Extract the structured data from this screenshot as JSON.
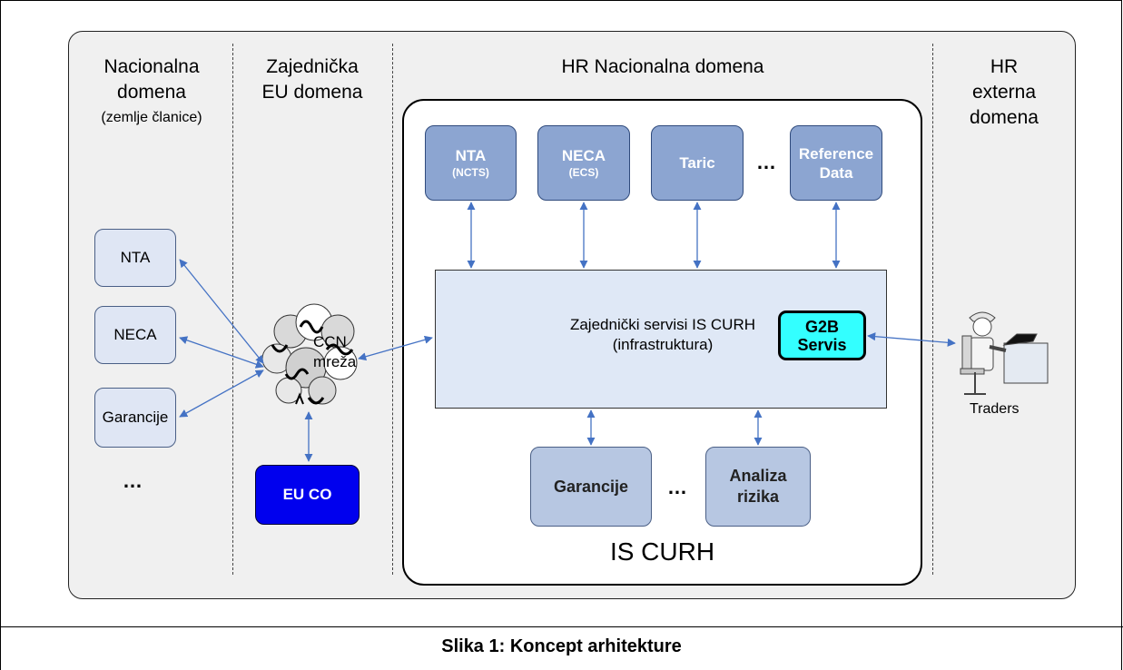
{
  "domains": {
    "national": {
      "line1": "Nacionalna",
      "line2": "domena",
      "sub": "(zemlje članice)"
    },
    "eu": {
      "line1": "Zajednička",
      "line2": "EU domena"
    },
    "hr": {
      "title": "HR Nacionalna domena"
    },
    "external": {
      "line1": "HR",
      "line2": "externa",
      "line3": "domena"
    }
  },
  "member_state_boxes": [
    "NTA",
    "NECA",
    "Garancije"
  ],
  "member_state_ellipsis": "…",
  "ccn": {
    "line1": "CCN",
    "line2": "mreža"
  },
  "eu_co": "EU CO",
  "top_services": [
    {
      "title": "NTA",
      "sub": "(NCTS)"
    },
    {
      "title": "NECA",
      "sub": "(ECS)"
    },
    {
      "title": "Taric",
      "sub": ""
    },
    {
      "title": "Reference",
      "sub": "Data"
    }
  ],
  "top_ellipsis": "…",
  "infra": {
    "line1": "Zajednički servisi IS CURH",
    "line2": "(infrastruktura)"
  },
  "g2b": {
    "line1": "G2B",
    "line2": "Servis"
  },
  "bottom_services": [
    {
      "line1": "Garancije",
      "line2": ""
    },
    {
      "line1": "Analiza",
      "line2": "rizika"
    }
  ],
  "bottom_ellipsis": "…",
  "system_label": "IS CURH",
  "traders_label": "Traders",
  "caption": "Slika 1: Koncept arhitekture",
  "colors": {
    "outer_bg": "#f0f0f0",
    "service_box": "#8ca5d1",
    "bottom_box": "#b7c7e2",
    "member_box": "#dfe6f4",
    "infra_bg": "#dfe8f6",
    "g2b": "#33ffff",
    "eu_co": "#0000ee",
    "arrow": "#4472c4"
  }
}
